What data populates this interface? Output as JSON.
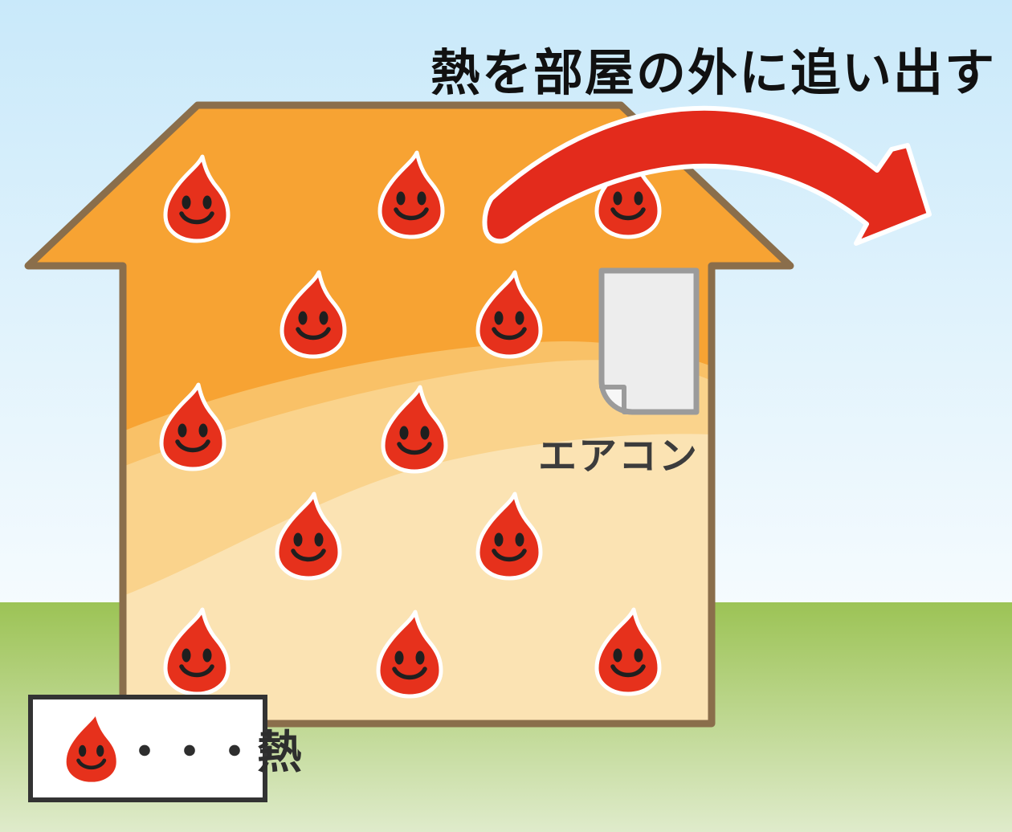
{
  "title": "熱を部屋の外に追い出す",
  "air_conditioner": {
    "label": "エアコン"
  },
  "legend": {
    "label": "・・・熱",
    "symbol": "heat-drop"
  },
  "heat_drops": {
    "count": 12,
    "positions": [
      [
        245,
        248
      ],
      [
        512,
        243
      ],
      [
        782,
        243
      ],
      [
        390,
        392
      ],
      [
        634,
        392
      ],
      [
        240,
        532
      ],
      [
        516,
        535
      ],
      [
        384,
        668
      ],
      [
        634,
        668
      ],
      [
        245,
        812
      ],
      [
        510,
        815
      ],
      [
        782,
        812
      ]
    ]
  },
  "colors": {
    "sky_top": "#C9E9FA",
    "sky_bottom": "#F5FBFE",
    "grass_top": "#9CC355",
    "grass_bottom": "#DFEBCB",
    "house_outline": "#8A6E4B",
    "band1": "#F7A333",
    "band2": "#F9C167",
    "band3": "#FAD38C",
    "band4": "#FBE3B3",
    "drop_red": "#E6311C",
    "drop_face": "#1F1F1F",
    "ac_fill": "#EDEDED",
    "ac_flap": "#F7F7F7",
    "ac_border": "#9B9B9B",
    "arrow_red": "#E32B1C",
    "label_text": "#3C3C3C",
    "title_text": "#111111",
    "legend_border": "#333333",
    "legend_text": "#2E2E2E"
  }
}
